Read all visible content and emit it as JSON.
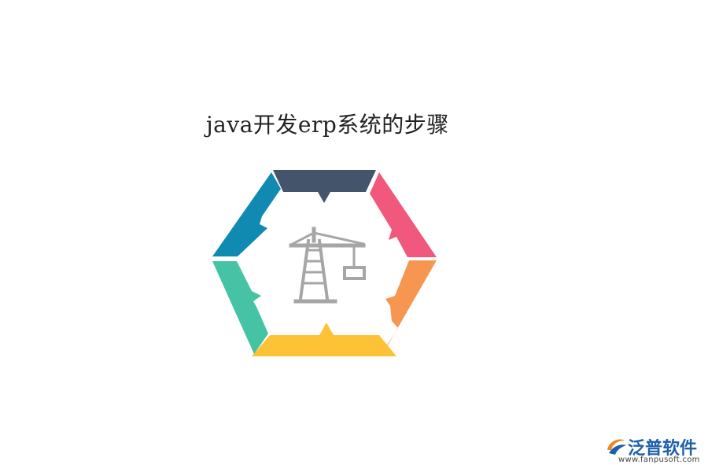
{
  "title": "java开发erp系统的步骤",
  "diagram": {
    "segments": [
      {
        "id": "top",
        "color": "#44546a"
      },
      {
        "id": "upper-right",
        "color": "#f0587d"
      },
      {
        "id": "lower-right",
        "color": "#f79650"
      },
      {
        "id": "bottom",
        "color": "#fdc236"
      },
      {
        "id": "lower-left",
        "color": "#45c3a4"
      },
      {
        "id": "upper-left",
        "color": "#118ab2"
      }
    ],
    "center_icon": "crane-icon",
    "icon_color": "#a6a6a6"
  },
  "brand": {
    "name": "泛普软件",
    "url": "www.fanpusoft.com",
    "color": "#1e5fa8",
    "icon": "fanpu-logo-icon"
  }
}
